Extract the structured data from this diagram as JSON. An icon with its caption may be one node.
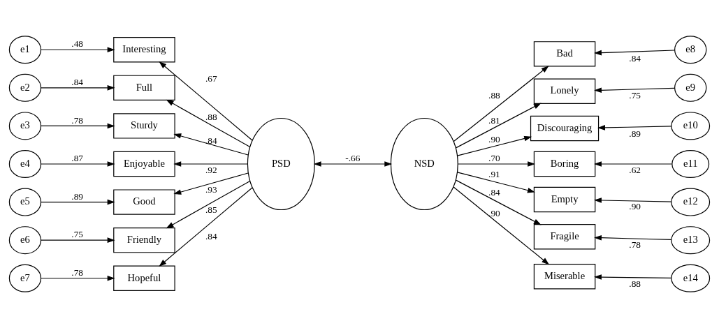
{
  "diagram": {
    "nodes": [
      {
        "text": [
          "e1"
        ]
      },
      {
        "text": [
          "e2"
        ]
      },
      {
        "text": [
          "e3"
        ]
      },
      {
        "text": [
          "e4"
        ]
      },
      {
        "text": [
          "e5"
        ]
      },
      {
        "text": [
          "e6"
        ]
      },
      {
        "text": [
          "e7"
        ]
      },
      {
        "text": [
          "Interesting"
        ]
      },
      {
        "text": [
          "Full"
        ]
      },
      {
        "text": [
          "Sturdy"
        ]
      },
      {
        "text": [
          "Enjoyable"
        ]
      },
      {
        "text": [
          "Good"
        ]
      },
      {
        "text": [
          "Friendly"
        ]
      },
      {
        "text": [
          "Hopeful"
        ]
      },
      {
        "text": [
          "PSD"
        ]
      },
      {
        "text": [
          "NSD"
        ]
      },
      {
        "text": [
          "Bad"
        ]
      },
      {
        "text": [
          "Lonely"
        ]
      },
      {
        "text": [
          "Discouraging"
        ]
      },
      {
        "text": [
          "Boring"
        ]
      },
      {
        "text": [
          "Empty"
        ]
      },
      {
        "text": [
          "Fragile"
        ]
      },
      {
        "text": [
          "Miserable"
        ]
      },
      {
        "text": [
          "e8"
        ]
      },
      {
        "text": [
          "e9"
        ]
      },
      {
        "text": [
          "e10"
        ]
      },
      {
        "text": [
          "e11"
        ]
      },
      {
        "text": [
          "e12"
        ]
      },
      {
        "text": [
          "e13"
        ]
      },
      {
        "text": [
          "e14"
        ]
      }
    ],
    "edges": [
      {
        "from": 0,
        "to": 7,
        "arrow": "to",
        "label": ".48"
      },
      {
        "from": 1,
        "to": 8,
        "arrow": "to",
        "label": ".84"
      },
      {
        "from": 2,
        "to": 9,
        "arrow": "to",
        "label": ".78"
      },
      {
        "from": 3,
        "to": 10,
        "arrow": "to",
        "label": ".87"
      },
      {
        "from": 4,
        "to": 11,
        "arrow": "to",
        "label": ".89"
      },
      {
        "from": 5,
        "to": 12,
        "arrow": "to",
        "label": ".75"
      },
      {
        "from": 6,
        "to": 13,
        "arrow": "to",
        "label": ".78"
      },
      {
        "from": 14,
        "to": 7,
        "arrow": "to",
        "label": ".67"
      },
      {
        "from": 14,
        "to": 8,
        "arrow": "to",
        "label": ".88"
      },
      {
        "from": 14,
        "to": 9,
        "arrow": "to",
        "label": ".84"
      },
      {
        "from": 14,
        "to": 10,
        "arrow": "to",
        "label": ".92"
      },
      {
        "from": 14,
        "to": 11,
        "arrow": "to",
        "label": ".93"
      },
      {
        "from": 14,
        "to": 12,
        "arrow": "to",
        "label": ".85"
      },
      {
        "from": 14,
        "to": 13,
        "arrow": "to",
        "label": ".84"
      },
      {
        "from": 14,
        "to": 15,
        "arrow": "both",
        "label": "-.66"
      },
      {
        "from": 15,
        "to": 16,
        "arrow": "to",
        "label": ".88"
      },
      {
        "from": 15,
        "to": 17,
        "arrow": "to",
        "label": ".81"
      },
      {
        "from": 15,
        "to": 18,
        "arrow": "to",
        "label": ".90"
      },
      {
        "from": 15,
        "to": 19,
        "arrow": "to",
        "label": ".70"
      },
      {
        "from": 15,
        "to": 20,
        "arrow": "to",
        "label": ".91"
      },
      {
        "from": 15,
        "to": 21,
        "arrow": "to",
        "label": ".84"
      },
      {
        "from": 15,
        "to": 22,
        "arrow": "to",
        "label": ".90"
      },
      {
        "from": 23,
        "to": 16,
        "arrow": "to",
        "label": ".84"
      },
      {
        "from": 24,
        "to": 17,
        "arrow": "to",
        "label": ".75"
      },
      {
        "from": 25,
        "to": 18,
        "arrow": "to",
        "label": ".89"
      },
      {
        "from": 26,
        "to": 19,
        "arrow": "to",
        "label": ".62"
      },
      {
        "from": 27,
        "to": 20,
        "arrow": "to",
        "label": ".90"
      },
      {
        "from": 28,
        "to": 21,
        "arrow": "to",
        "label": ".78"
      },
      {
        "from": 29,
        "to": 22,
        "arrow": "to",
        "label": ".88"
      }
    ]
  }
}
